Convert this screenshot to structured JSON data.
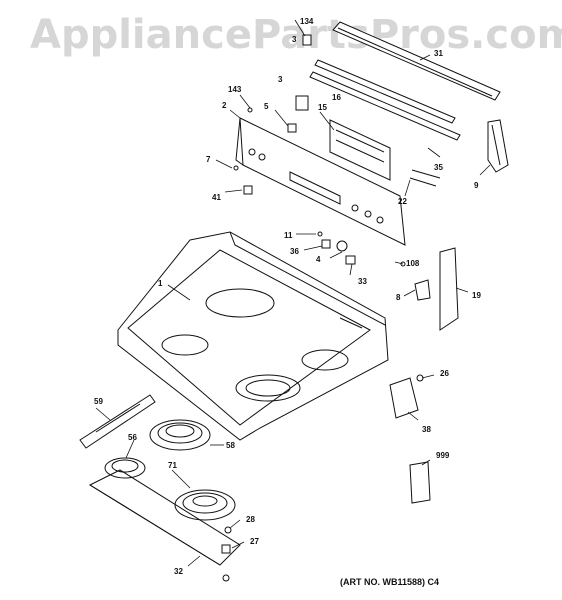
{
  "watermark": "AppliancePartsPros.com",
  "art_number": "(ART NO. WB11588) C4",
  "callouts": [
    "134",
    "3",
    "31",
    "143",
    "3",
    "2",
    "5",
    "15",
    "16",
    "7",
    "35",
    "9",
    "41",
    "22",
    "11",
    "36",
    "4",
    "108",
    "1",
    "33",
    "8",
    "19",
    "26",
    "38",
    "59",
    "56",
    "58",
    "999",
    "71",
    "28",
    "27",
    "32"
  ]
}
